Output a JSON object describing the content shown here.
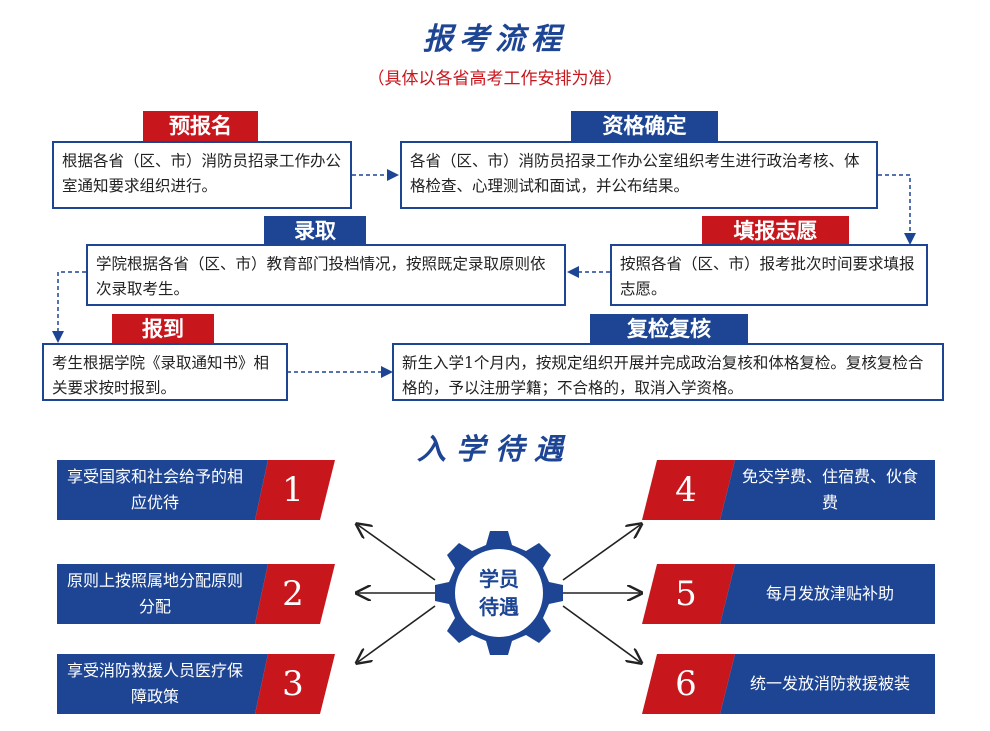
{
  "process": {
    "title": "报考流程",
    "subtitle": "（具体以各省高考工作安排为准）",
    "steps": [
      {
        "tag": "预报名",
        "text": "根据各省（区、市）消防员招录工作办公室通知要求组织进行。"
      },
      {
        "tag": "资格确定",
        "text": "各省（区、市）消防员招录工作办公室组织考生进行政治考核、体格检查、心理测试和面试，并公布结果。"
      },
      {
        "tag": "填报志愿",
        "text": "按照各省（区、市）报考批次时间要求填报志愿。"
      },
      {
        "tag": "录取",
        "text": "学院根据各省（区、市）教育部门投档情况，按照既定录取原则依次录取考生。"
      },
      {
        "tag": "报到",
        "text": "考生根据学院《录取通知书》相关要求按时报到。"
      },
      {
        "tag": "复检复核",
        "text": "新生入学1个月内，按规定组织开展并完成政治复核和体格复检。复核复检合格的，予以注册学籍；不合格的，取消入学资格。"
      }
    ]
  },
  "benefits": {
    "title": "入学待遇",
    "center_line1": "学员",
    "center_line2": "待遇",
    "items": [
      {
        "num": "1",
        "text": "享受国家和社会给予的相应优待"
      },
      {
        "num": "2",
        "text": "原则上按照属地分配原则分配"
      },
      {
        "num": "3",
        "text": "享受消防救援人员医疗保障政策"
      },
      {
        "num": "4",
        "text": "免交学费、住宿费、伙食费"
      },
      {
        "num": "5",
        "text": "每月发放津贴补助"
      },
      {
        "num": "6",
        "text": "统一发放消防救援被装"
      }
    ]
  },
  "colors": {
    "blue": "#1d4594",
    "red": "#c8161d"
  }
}
